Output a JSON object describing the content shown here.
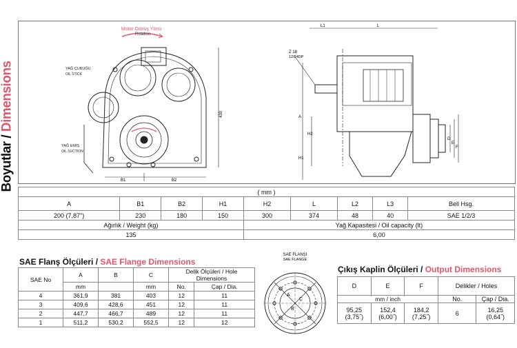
{
  "title": {
    "tr": "Boyutlar",
    "sep": " / ",
    "en": "Dimensions"
  },
  "drawing": {
    "rotation_tr": "Motor Dönüş Yönü",
    "rotation_en": "Rotation",
    "oil_stick_tr": "YAĞ ÇUBUĞU",
    "oil_stick_en": "OIL STICK",
    "oil_suction_tr": "YAĞ EMİŞ",
    "oil_suction_en": "OIL SUCTION",
    "b1": "B1",
    "b2": "B2",
    "h": "430",
    "l1": "L1",
    "l": "L",
    "z": "Z 18",
    "dp": "12/24DP",
    "a": "A",
    "h1": "H1",
    "h2": "H2",
    "d": "D",
    "e": "E",
    "f": "F"
  },
  "spec": {
    "unit": "( mm )",
    "headers": [
      "A",
      "B1",
      "B2",
      "H1",
      "H2",
      "L",
      "L2",
      "L3",
      "Bell Hsg."
    ],
    "values": [
      "200 (7,87\")",
      "230",
      "180",
      "150",
      "300",
      "374",
      "48",
      "40",
      "SAE 1/2/3"
    ],
    "weight_label": "Ağırlık / Weight (kg)",
    "oil_label": "Yağ Kapasitesi / Oil capacity (lt)",
    "weight": "135",
    "oil": "6,00"
  },
  "sae_flange": {
    "title_tr": "SAE Flanş Ölçüleri / ",
    "title_en": "SAE Flange Dimensions",
    "col_sae": "SAE No",
    "col_a": "A",
    "col_b": "B",
    "col_c": "C",
    "col_holes": "Delik Ölçüleri / Hole Dimensions",
    "unit": "mm",
    "col_no": "No.",
    "col_dia": "Çap / Dia.",
    "rows": [
      [
        "4",
        "361,9",
        "381",
        "403",
        "12",
        "11"
      ],
      [
        "3",
        "409,6",
        "428,6",
        "451",
        "12",
        "11"
      ],
      [
        "2",
        "447,7",
        "466,7",
        "489",
        "12",
        "11"
      ],
      [
        "1",
        "511,2",
        "530,2",
        "552,5",
        "12",
        "12"
      ]
    ]
  },
  "flange_figure": {
    "label_tr": "SAE FLANŞI",
    "label_en": "SAE FLANGE",
    "a": "A",
    "b": "B",
    "c": "C"
  },
  "output": {
    "title_tr": "Çıkış Kaplin Ölçüleri / ",
    "title_en": "Output Dimensions",
    "col_d": "D",
    "col_e": "E",
    "col_f": "F",
    "col_holes": "Delikler / Holes",
    "unit": "mm / inch",
    "col_no": "No.",
    "col_dia": "Çap / Dia.",
    "d_mm": "95,25",
    "d_in": "(3,75˝)",
    "e_mm": "152,4",
    "e_in": "(6,00˝)",
    "f_mm": "184,2",
    "f_in": "(7,25˝)",
    "no": "6",
    "dia_mm": "16,25",
    "dia_in": "(0,64˝)"
  },
  "colors": {
    "accent": "#e0566b",
    "line": "#222222"
  }
}
